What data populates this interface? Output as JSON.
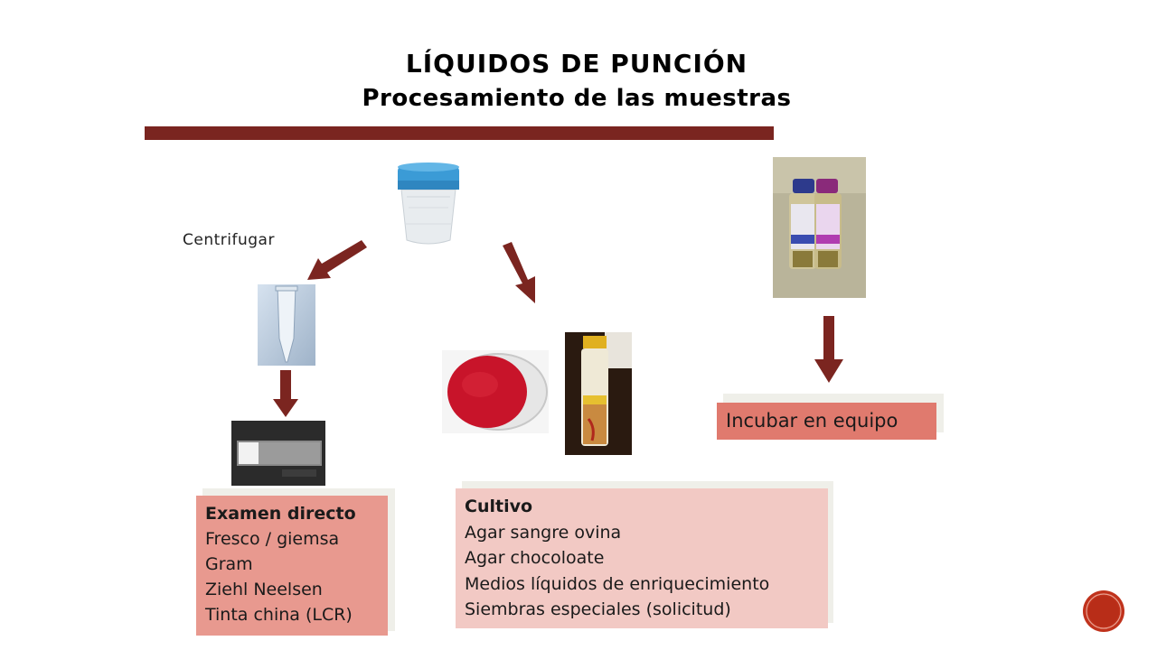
{
  "title": {
    "line1": "LÍQUIDOS DE PUNCIÓN",
    "line2": "Procesamiento de las muestras"
  },
  "labels": {
    "centrifugar": "Centrifugar",
    "incubar": "Incubar en equipo"
  },
  "examen_directo": {
    "heading": "Examen directo",
    "items": [
      "Fresco / giemsa",
      "Gram",
      "Ziehl Neelsen",
      "Tinta china (LCR)"
    ]
  },
  "cultivo": {
    "heading": "Cultivo",
    "items": [
      "Agar sangre ovina",
      "Agar chocoloate",
      "Medios líquidos de enriquecimiento",
      "Siembras especiales (solicitud)"
    ]
  },
  "colors": {
    "accent": "#7a2520",
    "arrow": "#7b2520",
    "examen_box": "#e8998f",
    "cultivo_box": "#f2c9c4",
    "incubar_box": "#e07a6e"
  }
}
